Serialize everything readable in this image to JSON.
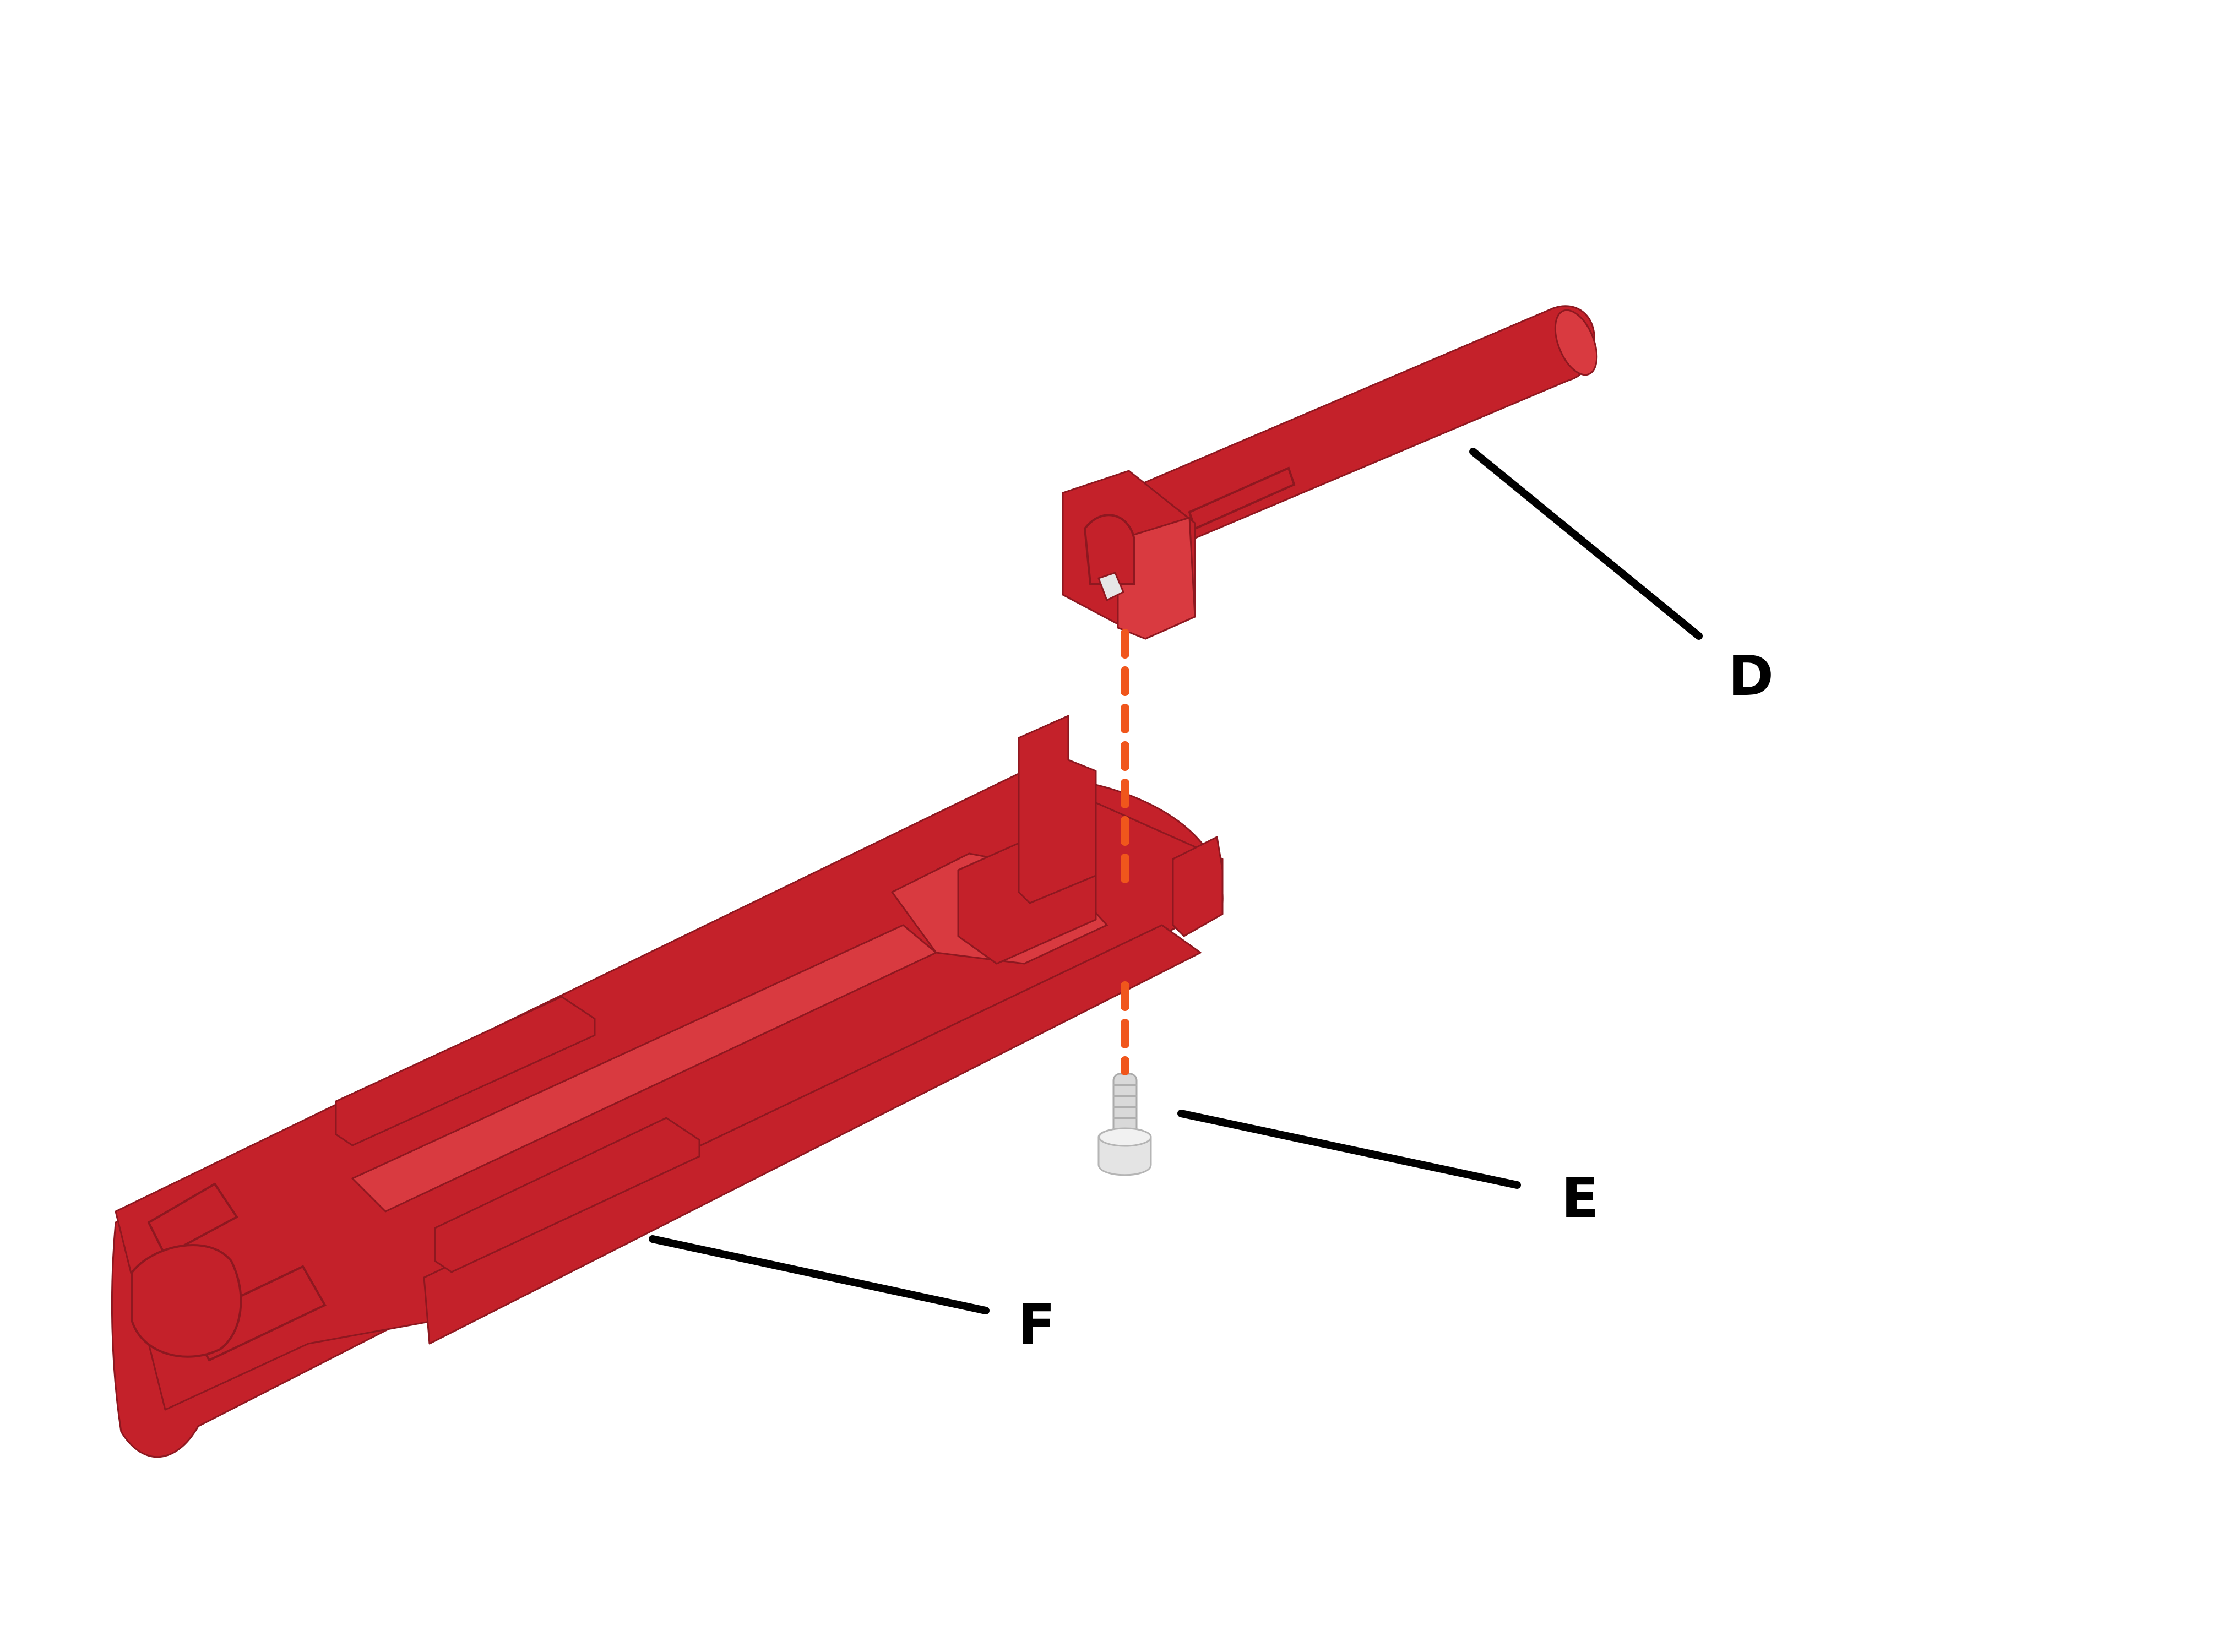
{
  "colors": {
    "part_red": "#c4212a",
    "part_red_dark": "#8e1820",
    "part_red_light": "#d93a40",
    "leader_line": "#000000",
    "assembly_path": "#f0561c",
    "screw_gray": "#cfcfcf"
  },
  "callouts": [
    {
      "id": "D",
      "label": "D"
    },
    {
      "id": "E",
      "label": "E"
    },
    {
      "id": "F",
      "label": "F"
    }
  ]
}
